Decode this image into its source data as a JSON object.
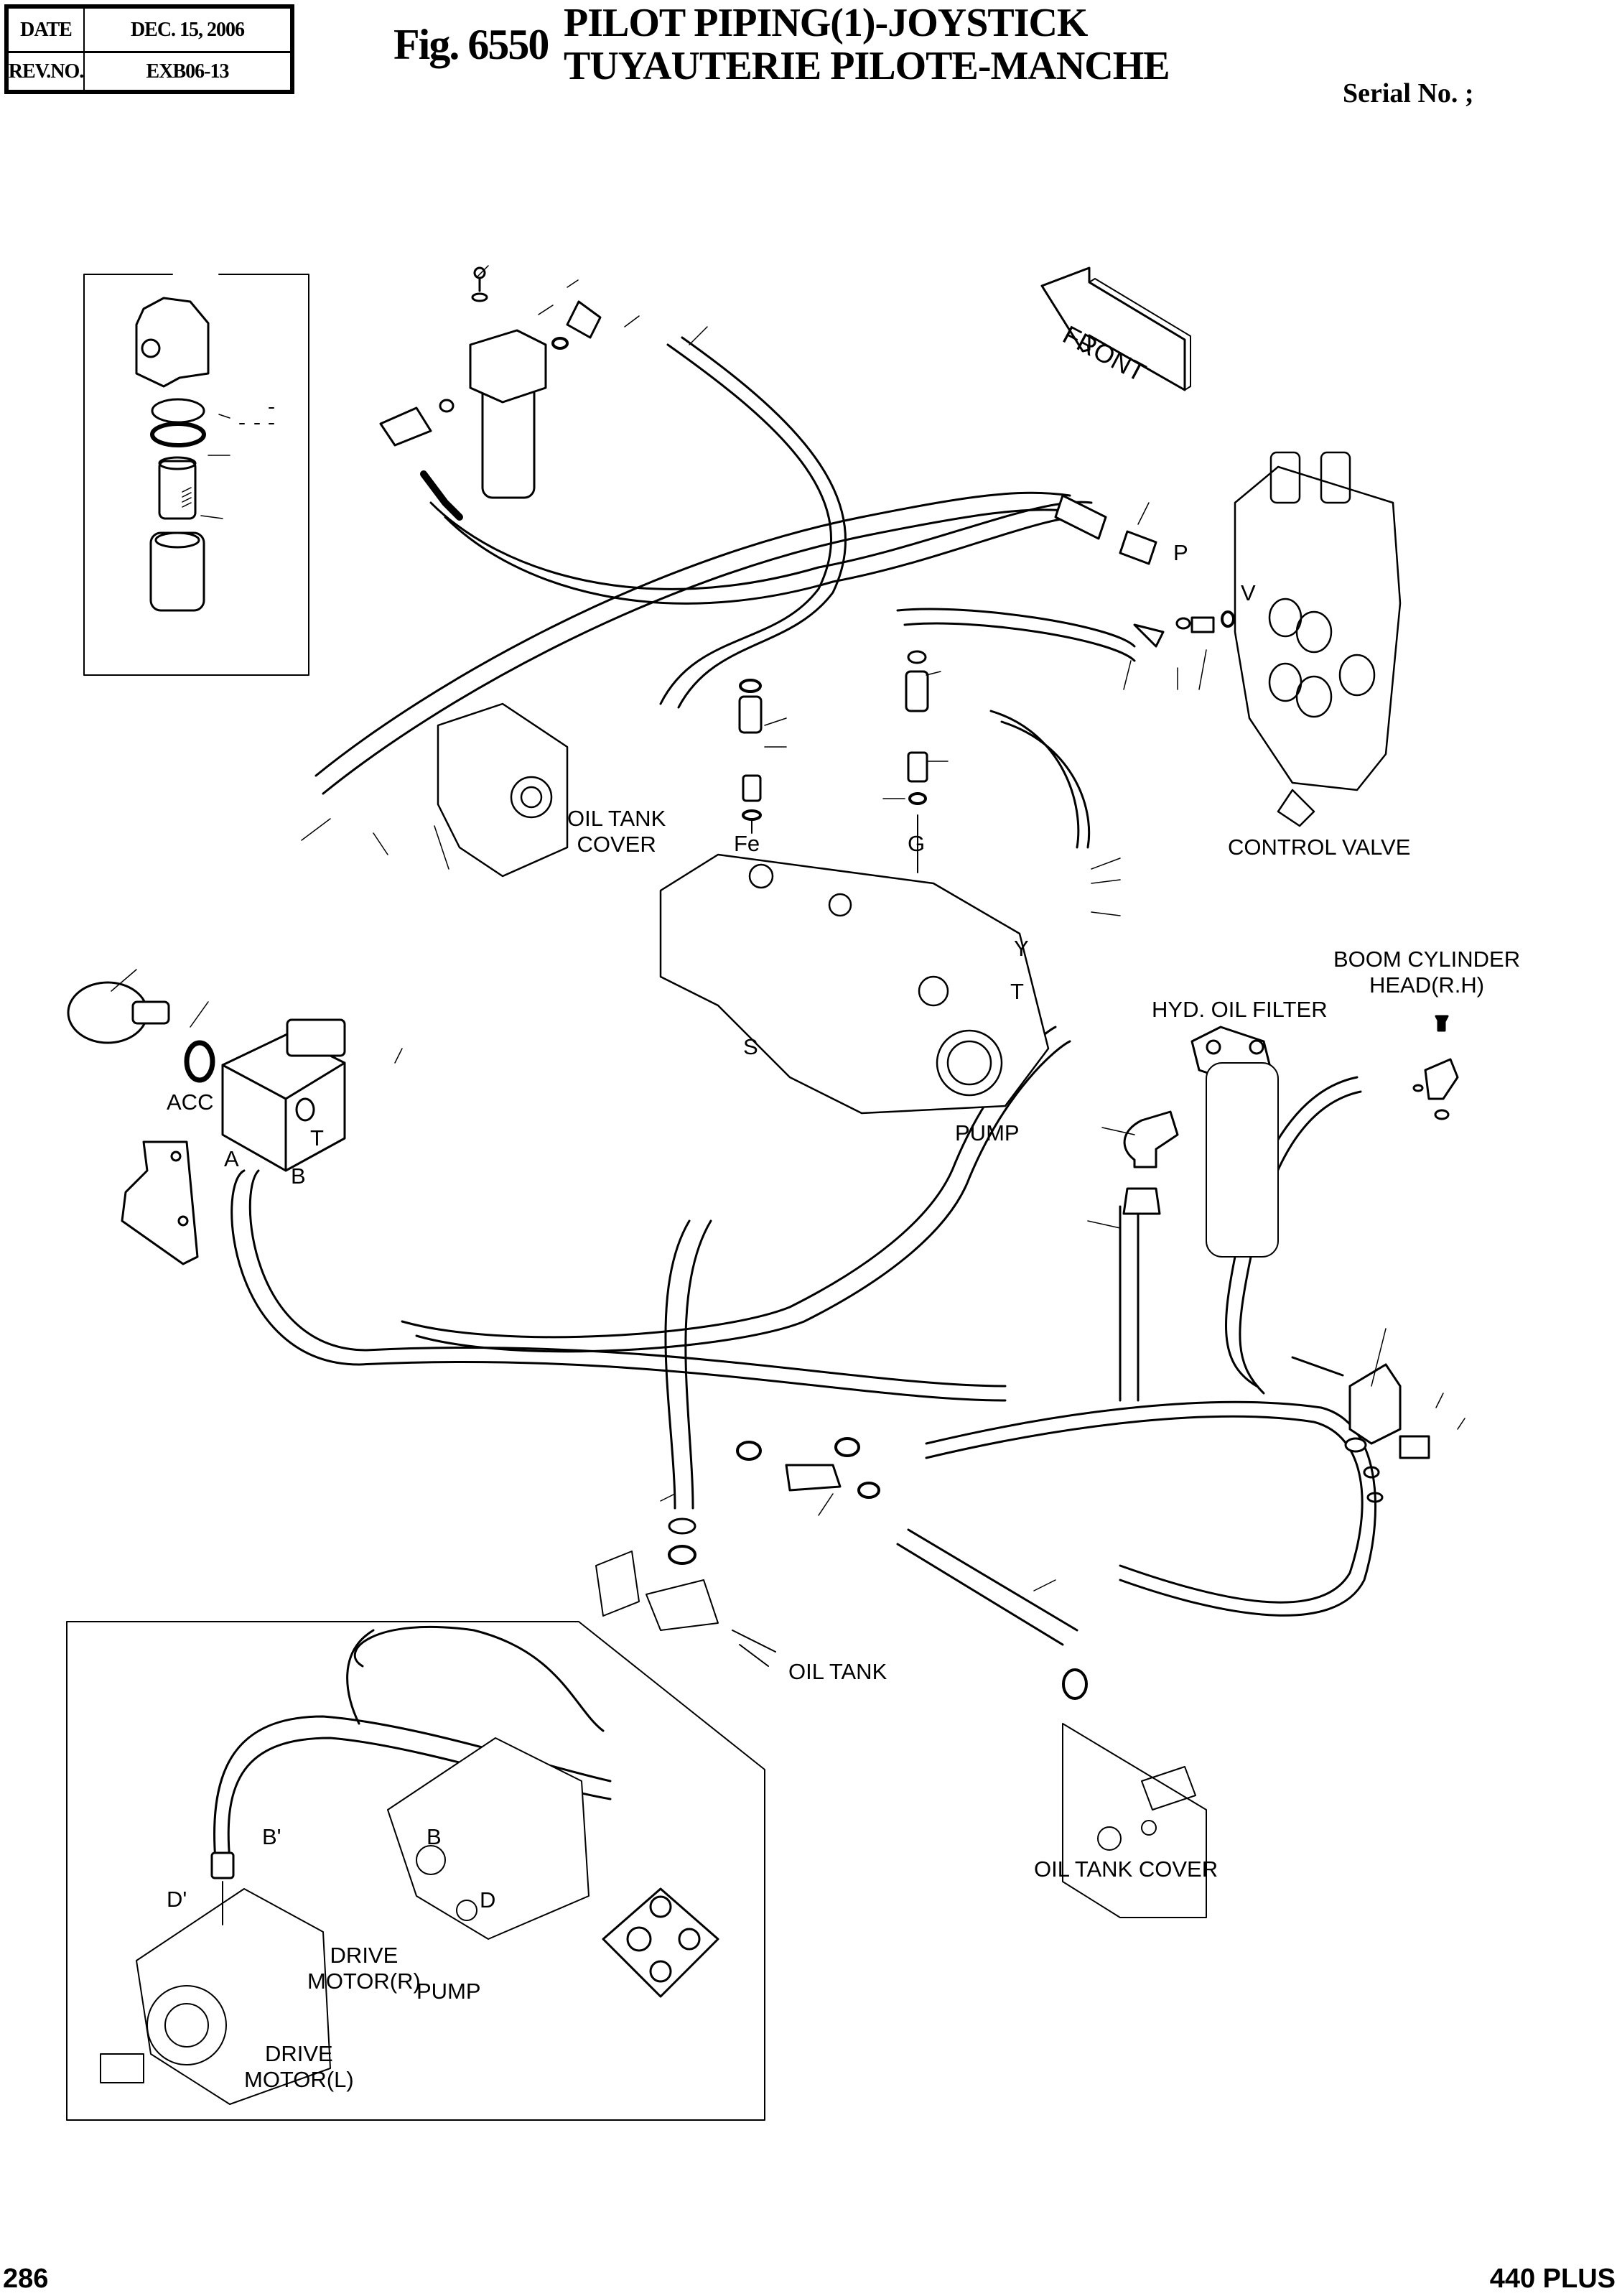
{
  "header": {
    "date_label": "DATE",
    "date_value": "DEC. 15, 2006",
    "rev_label": "REV.NO.",
    "rev_value": "EXB06-13",
    "figure_number": "Fig. 6550",
    "title_en": "PILOT  PIPING(1)-JOYSTICK",
    "title_fr": "TUYAUTERIE  PILOTE-MANCHE",
    "serial_label": "Serial No. ;"
  },
  "front_arrow": {
    "label": "FRONT",
    "icon": "front-direction-arrow"
  },
  "component_labels": {
    "oil_tank_cover_top": [
      "OIL TANK",
      "COVER"
    ],
    "control_valve": "CONTROL VALVE",
    "boom_cylinder": [
      "BOOM CYLINDER",
      "HEAD(R.H)"
    ],
    "hyd_oil_filter": "HYD. OIL FILTER",
    "pump_main": "PUMP",
    "oil_tank": "OIL TANK",
    "oil_tank_cover_bottom": "OIL TANK COVER",
    "drive_motor_r": [
      "DRIVE",
      "MOTOR(R)"
    ],
    "drive_motor_l": [
      "DRIVE",
      "MOTOR(L)"
    ],
    "pump_inset": "PUMP"
  },
  "port_labels": {
    "P": "P",
    "V": "V",
    "Fe": "Fe",
    "G": "G",
    "Y": "Y",
    "T_pump": "T",
    "S": "S",
    "ACC": "ACC",
    "A": "A",
    "B": "B",
    "T_block": "T",
    "B_prime": "B'",
    "D_prime": "D'",
    "B_inset": "B",
    "D_inset": "D"
  },
  "footer": {
    "page_number": "286",
    "model": "440 PLUS"
  }
}
